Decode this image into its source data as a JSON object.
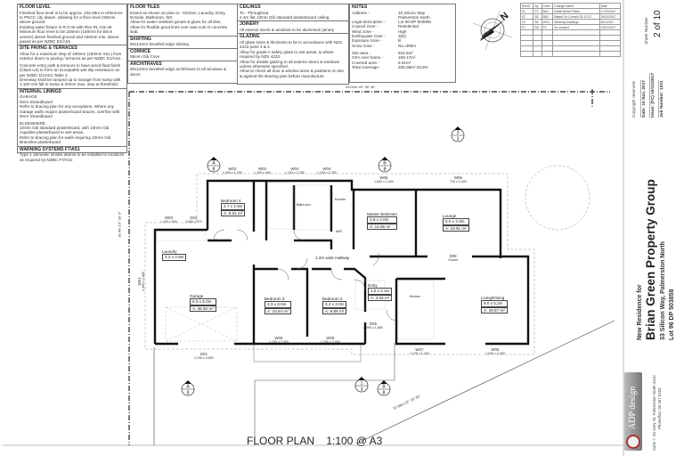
{
  "notes": {
    "floor_level": {
      "title": "FLOOR LEVEL",
      "text": [
        "Finished floor level is to be approx. 102.69m in reference to PNCC city datum, allowing for a floor level 225mm above ground.",
        "Existing water fixture in R.O.W with Rim RL 102.46 Minimum floor level to be 225mm (150mm for Brick veneer) above finished ground and 150mm min. above paved as per NZBC E2/AS1"
      ]
    },
    "site_paving": {
      "title": "SITE PAVING & TERRACES",
      "text": [
        "Allow for a maximum step of 190mm (150mm min.) from exterior doors to paving / terraces as per NZBC D1/AS1.",
        "Concrete entry path & terraces to have wood float finish (Class U2) to form an acceptable wet slip resistance as per NZBC D1/AS1 Table 2.",
        "Driveway shall be ramped up to Garage from sump with 1:100 min fall to sump & 20mm max. step at threshold."
      ]
    },
    "internal_linings": {
      "title": "INTERNAL LININGS",
      "text": [
        "GARAGE",
        "9mm Strandboard",
        "Refer to bracing plan for any exceptions. Where any Garage walls require plasterboard braces, overline with 9mm Strandboard",
        "ELSEWHERE",
        "10mm Gib standard plasterboard, with 10mm Gib Aqualine plasterboard to wet areas.",
        "Refer to bracing plan for walls requiring 10mm Gib Braceline plasterboard"
      ]
    },
    "warning_systems": {
      "title": "WARNING SYSTEMS F7/AS1",
      "text": [
        "Type 1 domestic smoke alarms to be installed to locations as required by NZBC F7/AS1"
      ]
    },
    "floor_tiles": {
      "title": "FLOOR TILES",
      "text": [
        "Extent as shown on plan to - Kitchen, Laundry, Entry, Ensuite, Bathroom, WC",
        "Allow for water resistant grouts & glues for all tiles.",
        "Allow for flexible grout lines over saw-cuts in concrete slab."
      ]
    },
    "skirting": {
      "title": "SKIRTING",
      "text": [
        "60x12mm bevelled edge skirting"
      ]
    },
    "cornice": {
      "title": "CORNICE",
      "text": [
        "55mm Gib Cove"
      ]
    },
    "architraves": {
      "title": "ARCHITRAVES",
      "text": [
        "60x12mm bevelled edge architraves to all windows & doors"
      ]
    },
    "ceilings": {
      "title": "CEILINGS",
      "text": [
        "To - Throughout",
        "2.4m flat 13mm Gib standard plasterboard ceiling"
      ]
    },
    "joinery": {
      "title": "JOINERY",
      "text": [
        "All exterior doors & windows to be aluminium joinery"
      ]
    },
    "glazing": {
      "title": "GLAZING",
      "text": [
        "All glass sizes & thickness to be in accordance with NZS 4223 parts 3 & 4.",
        "Allow for grade A safety glass to wet areas, & where required by NZS 4223.",
        "Allow for double glazing to all exterior doors & windows unless otherwise specified.",
        "Allow to check all door & window sizes & positions on site & against the Bracing plan before manufacture."
      ]
    },
    "site_notes": {
      "title": "NOTES",
      "rows": [
        {
          "k": "Address -",
          "v": "33 Silicon Way"
        },
        {
          "k": "",
          "v": "Palmerston North"
        },
        {
          "k": "Legal description -",
          "v": "Lot 96 DP 503858"
        },
        {
          "k": "Council zone -",
          "v": "Residential"
        },
        {
          "k": "Wind zone -",
          "v": "High"
        },
        {
          "k": "Earthquake zone -",
          "v": "3(D)"
        },
        {
          "k": "Exposure zone -",
          "v": "B"
        },
        {
          "k": "Snow zone -",
          "v": "N1=400m"
        },
        {
          "k": "Site area -",
          "v": "615.6m²"
        },
        {
          "k": "GFA over frame -",
          "v": "189.17m²"
        },
        {
          "k": "Covered area -",
          "v": "8.91m²"
        },
        {
          "k": "Total coverage -",
          "v": "208.08m²   33.8%"
        }
      ]
    }
  },
  "revisions": {
    "headers": [
      "RevID",
      "By",
      "Chkd",
      "Change Name",
      "Date"
    ],
    "rows": [
      [
        "01",
        "FY",
        "BA1",
        "Initial Sketch Plans",
        "17/10/2017"
      ],
      [
        "02",
        "BC",
        "BA2",
        "Based On Consult 30-10-17",
        "30/10/2017"
      ],
      [
        "03",
        "BC",
        "WD1",
        "Working Drawings",
        "8/11/2017"
      ],
      [
        "FC",
        "BG",
        "FC",
        "for consent",
        "15/11/2017"
      ]
    ]
  },
  "compass": {
    "north_label": "N"
  },
  "plan": {
    "rooms": [
      {
        "name": "Bedroom 4",
        "dims": "2.7 x 2.9m",
        "area": "A: 8.61 m²"
      },
      {
        "name": "Laundry",
        "dims": "3.2 x 0.9m",
        "area": ""
      },
      {
        "name": "Garage",
        "dims": "6.0 x 6.0m",
        "area": "A: 36.50 m²"
      },
      {
        "name": "Bedroom 3",
        "dims": "3.3 x 3.0m",
        "area": "A: 10.64 m²"
      },
      {
        "name": "Bedroom 2",
        "dims": "3.3 x 3.0m",
        "area": "A: 9.89 m²"
      },
      {
        "name": "Master Bedroom",
        "dims": "3.8 x 4.0m",
        "area": "A: 14.65 m²"
      },
      {
        "name": "Lounge",
        "dims": "5.0 x 4.0m",
        "area": "A: 19.91 m²"
      },
      {
        "name": "Living/Dining",
        "dims": "9.0 x 5.2m",
        "area": "A: 29.57 m²"
      },
      {
        "name": "Entry",
        "dims": "1.8 x 2.2m",
        "area": "A: 3.93 m²"
      },
      {
        "name": "1.2m wide Hallway",
        "dims": "",
        "area": ""
      },
      {
        "name": "Bathroom",
        "dims": "",
        "area": ""
      },
      {
        "name": "Ensuite",
        "dims": "",
        "area": ""
      },
      {
        "name": "WIR",
        "dims": "",
        "area": ""
      },
      {
        "name": "Kitchen",
        "dims": "",
        "area": ""
      }
    ],
    "openings": [
      {
        "id": "W02",
        "size": "1,200 x 1,200"
      },
      {
        "id": "W03",
        "size": "1,100 x 400"
      },
      {
        "id": "W04",
        "size": "1,100 x 1,200"
      },
      {
        "id": "W04",
        "size": "1,100 x 1,200"
      },
      {
        "id": "W05",
        "size": "1,800 x 2,400"
      },
      {
        "id": "W06",
        "size": "700 x 2,400"
      },
      {
        "id": "W08",
        "size": "1,100 x 900"
      },
      {
        "id": "D02",
        "size": "2,565 x 970"
      },
      {
        "id": "W01",
        "size": "1,105 x 2,685"
      },
      {
        "id": "D01",
        "size": "2,105 x 4,800"
      },
      {
        "id": "W09",
        "size": "1,200 x 2,000"
      },
      {
        "id": "W09",
        "size": "1,200 x 2,000"
      },
      {
        "id": "W07",
        "size": "1,125 x 1,200"
      },
      {
        "id": "W05",
        "size": "1,209 x 2,400"
      },
      {
        "id": "D05",
        "size": "2,095 x 1,880"
      },
      {
        "id": "D09",
        "size": "Closed"
      }
    ],
    "boundaries": {
      "top": "29.00m  43° 30' 40\"",
      "bottom": "37.98m  22° 23' 30\"",
      "left": "30.4m  10° 33' 0\""
    },
    "section_markers": [
      {
        "top": "A",
        "bottom": "8"
      },
      {
        "top": "B",
        "bottom": "8"
      },
      {
        "top": "1",
        "bottom": "3"
      },
      {
        "top": "3",
        "bottom": "3"
      },
      {
        "top": "A",
        "bottom": "8"
      },
      {
        "top": "B",
        "bottom": "8"
      }
    ],
    "title": "FLOOR PLAN",
    "scale": "1:100 @ A3"
  },
  "title_block": {
    "logo": "ADP design",
    "office_address": "Suite 7, 94 Grey St, Palmerston North 4410",
    "office_phone": "Phone/fax: 06 357 0103",
    "subtitle": "New Residence for",
    "client": "Brian Green Property Group",
    "site_address": "33 Silicon Way, Palmerston North",
    "lot": "Lot 96 DP 503858",
    "copyright": "Copyright reserved",
    "date": "Date:  15 Nov. 2017",
    "issue": "Issue: (FC) 15/11/2017",
    "job_number": "Job Number:    1231",
    "sheet_label": "Sheet Number",
    "sheet_number": "2 of 10"
  }
}
